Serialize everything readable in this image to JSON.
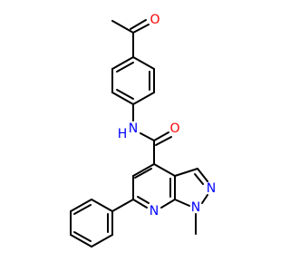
{
  "molecule": {
    "atoms": {
      "oxygen": "O",
      "amide_nitrogen": "N",
      "amide_hydrogen": "H",
      "amide_oxygen": "O",
      "pyrazole_n2": "N",
      "pyrazole_n1": "N",
      "pyridine_n": "N"
    },
    "colors": {
      "bond": "#000000",
      "oxygen": "#ff0000",
      "nitrogen": "#0000ff"
    }
  }
}
